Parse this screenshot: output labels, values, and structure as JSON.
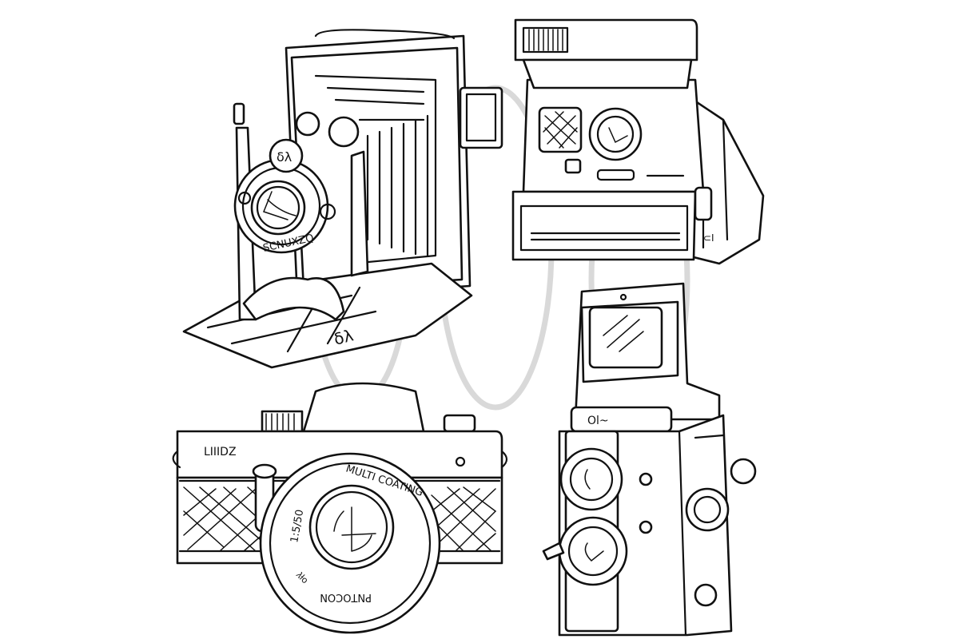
{
  "illustration": {
    "background": "#ffffff",
    "line_color": "#111111",
    "watermark_color": "#d9d9d9",
    "cameras": [
      {
        "kind": "folding-bellows-camera",
        "lens_text": "SCNUXZQ",
        "shutter_text": "δλ"
      },
      {
        "kind": "instant-camera",
        "logo_text": "⊂I"
      },
      {
        "kind": "slr-camera",
        "body_text": "LIIIDZ",
        "lens_ring_top": "MULTI COATING",
        "lens_ring_left": "1:5/50",
        "lens_ring_bottom": "PNTOCON",
        "lens_ring_small": "𝜆ƚo"
      },
      {
        "kind": "twin-lens-reflex-camera",
        "nameplate_text": "Ol~"
      }
    ]
  }
}
